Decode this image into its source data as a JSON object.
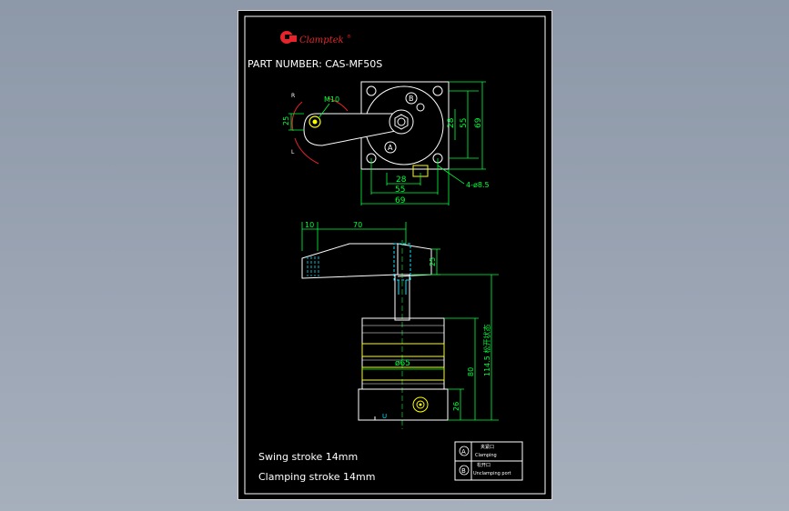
{
  "brand": {
    "name": "Clamptek",
    "mark": "®",
    "logo_color": "#e8242a"
  },
  "part_number": "PART NUMBER: CAS-MF50S",
  "top_view": {
    "label_r": "R",
    "label_l": "L",
    "thread": "M10",
    "dim_arm_width": "25",
    "dim_bolt_v": "28",
    "dim_v_55": "55",
    "dim_v_69": "69",
    "dim_h_28": "28",
    "dim_h_55": "55",
    "dim_h_69": "69",
    "holes": "4-ø8.5",
    "port_a": "A",
    "port_b": "B"
  },
  "side_view": {
    "dim_10": "10",
    "dim_70": "70",
    "dim_25": "25",
    "dim_stroke": "114.5 松开状态",
    "dim_80": "80",
    "dim_26": "26",
    "dim_dia": "ø65"
  },
  "notes": {
    "swing": "Swing stroke 14mm",
    "clamping": "Clamping stroke 14mm"
  },
  "legend": {
    "a_symbol": "A",
    "a_line1": "夹紧口",
    "a_line2": "Clamping",
    "b_symbol": "B",
    "b_line1": "松开口",
    "b_line2": "Unclamping port"
  },
  "colors": {
    "outline": "#ffffff",
    "dimension": "#00ff3c",
    "hidden": "#00e5ff",
    "port": "#ffff00",
    "rotation": "#e8242a",
    "label": "#ffffff"
  }
}
